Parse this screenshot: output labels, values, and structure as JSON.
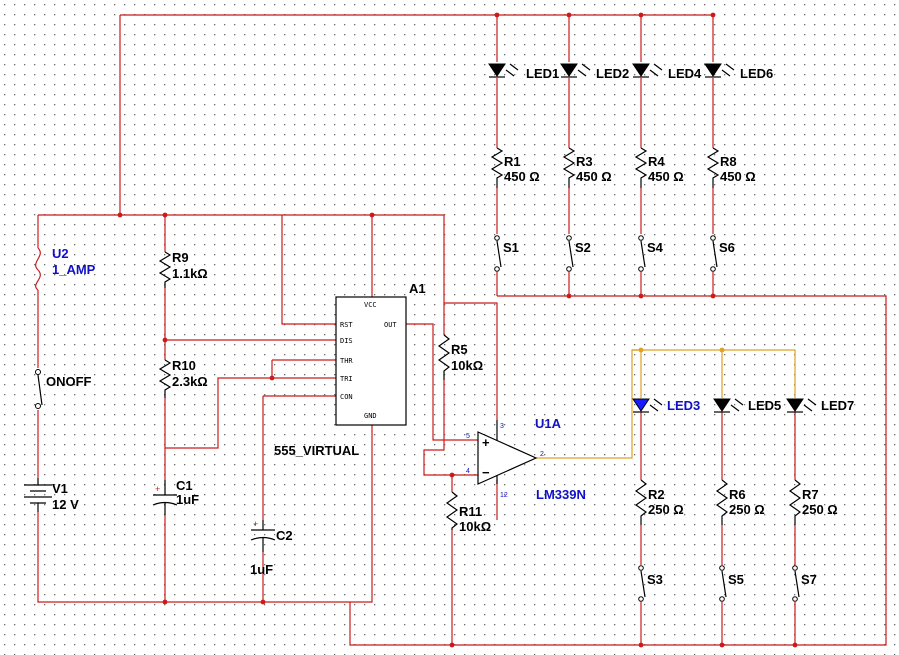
{
  "components": {
    "fuse": {
      "ref": "U2",
      "value": "1_AMP"
    },
    "switch_main": {
      "label": "ONOFF"
    },
    "battery": {
      "ref": "V1",
      "value": "12 V"
    },
    "r9": {
      "ref": "R9",
      "value": "1.1kΩ"
    },
    "r10": {
      "ref": "R10",
      "value": "2.3kΩ"
    },
    "c1": {
      "ref": "C1",
      "value": "1uF"
    },
    "c2": {
      "ref": "C2",
      "value": "1uF"
    },
    "timer": {
      "ref": "A1",
      "value": "555_VIRTUAL",
      "pins": {
        "vcc": "VCC",
        "rst": "RST",
        "out": "OUT",
        "dis": "DIS",
        "thr": "THR",
        "tri": "TRI",
        "con": "CON",
        "gnd": "GND"
      }
    },
    "r5": {
      "ref": "R5",
      "value": "10kΩ"
    },
    "r11": {
      "ref": "R11",
      "value": "10kΩ"
    },
    "comparator": {
      "ref": "U1A",
      "value": "LM339N",
      "pins": {
        "p3": "3",
        "p5": "5",
        "p4": "4",
        "p2": "2",
        "p12": "12"
      },
      "plus": "+",
      "minus": "−"
    },
    "top_leds": [
      {
        "led": "LED1",
        "res": "R1",
        "val": "450 Ω",
        "sw": "S1"
      },
      {
        "led": "LED2",
        "res": "R3",
        "val": "450 Ω",
        "sw": "S2"
      },
      {
        "led": "LED4",
        "res": "R4",
        "val": "450 Ω",
        "sw": "S4"
      },
      {
        "led": "LED6",
        "res": "R8",
        "val": "450 Ω",
        "sw": "S6"
      }
    ],
    "bottom_leds": [
      {
        "led": "LED3",
        "res": "R2",
        "val": "250 Ω",
        "sw": "S3"
      },
      {
        "led": "LED5",
        "res": "R6",
        "val": "250 Ω",
        "sw": "S5"
      },
      {
        "led": "LED7",
        "res": "R7",
        "val": "250 Ω",
        "sw": "S7"
      }
    ]
  },
  "colors": {
    "wire": "#cc1a1a",
    "wire_output": "#e0a020",
    "label_blue": "#1010c8",
    "led_active": "#1a1aff",
    "grid_dot": "#6a6a6a"
  }
}
